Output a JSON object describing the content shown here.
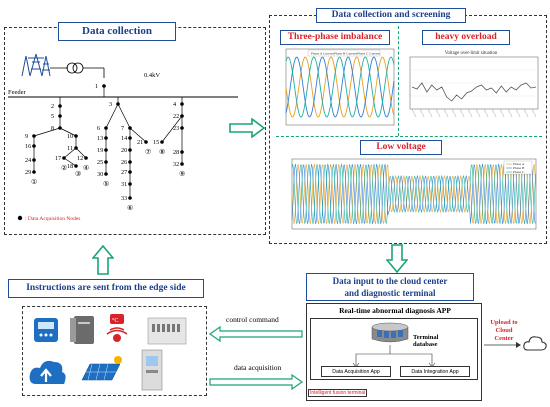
{
  "data_collection": {
    "title": "Data collection",
    "voltage_label": "0.4kV",
    "feeder_label": "Feeder",
    "legend_text": ": Data Acquisition Nodes",
    "nodes": [
      "1",
      "2",
      "3",
      "4",
      "5",
      "6",
      "7",
      "8",
      "9",
      "10",
      "11",
      "12",
      "13",
      "14",
      "15",
      "16",
      "17",
      "18",
      "19",
      "20",
      "21",
      "22",
      "23",
      "24",
      "25",
      "26",
      "27",
      "28",
      "29",
      "30",
      "31",
      "32",
      "33"
    ],
    "branch_ends": [
      "①",
      "②",
      "③",
      "④",
      "⑤",
      "⑥",
      "⑦",
      "⑧",
      "⑨"
    ]
  },
  "screening": {
    "title": "Data collection and screening",
    "imbalance_title": "Three-phase imbalance",
    "imbalance_legend": [
      "Phase A Current",
      "Phase B Current",
      "Phase C Current"
    ],
    "overload_title": "heavy overload",
    "overload_chart_title": "Voltage over-limit situation",
    "low_voltage_title": "Low voltage",
    "low_voltage_legend": [
      "Phase A",
      "Phase B",
      "Phase C"
    ]
  },
  "cloud_input": {
    "title_line1": "Data input to the cloud center",
    "title_line2": "and diagnostic terminal"
  },
  "instructions": {
    "title": "Instructions are sent from the edge side"
  },
  "arrows": {
    "control_command": "control command",
    "data_acquisition": "data acquisition"
  },
  "terminal": {
    "app_title": "Real-time abnormal diagnosis APP",
    "database_line1": "Terminal",
    "database_line2": "database",
    "acq_app": "Data Acquisition App",
    "integration_app": "Data Integration App",
    "fusion_label": "Intelligent fusion terminal"
  },
  "cloud": {
    "label_line1": "Upload to",
    "label_line2": "Cloud",
    "label_line3": "Center"
  },
  "colors": {
    "title_blue": "#1c3f8c",
    "red": "#d8232a",
    "green_arrow": "#1aa37a",
    "phase_a": "#e8a020",
    "phase_b": "#2f7fd6",
    "phase_c": "#20b0a0"
  }
}
